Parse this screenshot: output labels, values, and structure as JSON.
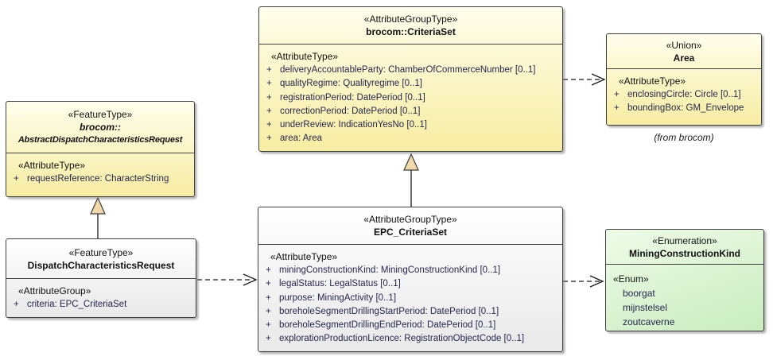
{
  "colors": {
    "yellow_top": "#fffeec",
    "yellow_bottom": "#f7eda2",
    "white_top": "#ffffff",
    "white_bottom": "#e9e9e9",
    "green_top": "#effbe8",
    "green_bottom": "#c9edbf",
    "border": "#3f3f3f",
    "triangle_fill": "#f0d8a8",
    "attr_text": "#26264f",
    "header_text": "#111111"
  },
  "classes": {
    "criteria_set": {
      "stereotype": "«AttributeGroupType»",
      "name": "brocom::CriteriaSet",
      "section_label": "«AttributeType»",
      "attributes": [
        {
          "prefix": "+",
          "text": "deliveryAccountableParty: ChamberOfCommerceNumber [0..1]"
        },
        {
          "prefix": "+",
          "text": "qualityRegime: Qualityregime [0..1]"
        },
        {
          "prefix": "+",
          "text": "registrationPeriod: DatePeriod [0..1]"
        },
        {
          "prefix": "+",
          "text": "correctionPeriod: DatePeriod [0..1]"
        },
        {
          "prefix": "+",
          "text": "underReview: IndicationYesNo [0..1]"
        },
        {
          "prefix": "+",
          "text": "area: Area"
        }
      ]
    },
    "area": {
      "stereotype": "«Union»",
      "name": "Area",
      "section_label": "«AttributeType»",
      "attributes": [
        {
          "prefix": "+",
          "text": "enclosingCircle: Circle [0..1]"
        },
        {
          "prefix": "+",
          "text": "boundingBox: GM_Envelope"
        }
      ],
      "note": "(from brocom)"
    },
    "abstract_request": {
      "stereotype": "«FeatureType»",
      "name_line1": "brocom::",
      "name_line2": "AbstractDispatchCharacteristicsRequest",
      "section_label": "«AttributeType»",
      "attributes": [
        {
          "prefix": "+",
          "text": "requestReference: CharacterString"
        }
      ]
    },
    "dispatch_request": {
      "stereotype": "«FeatureType»",
      "name": "DispatchCharacteristicsRequest",
      "section_label": "«AttributeGroup»",
      "attributes": [
        {
          "prefix": "+",
          "text": "criteria: EPC_CriteriaSet"
        }
      ]
    },
    "epc_criteria_set": {
      "stereotype": "«AttributeGroupType»",
      "name": "EPC_CriteriaSet",
      "section_label": "«AttributeType»",
      "attributes": [
        {
          "prefix": "+",
          "text": "miningConstructionKind: MiningConstructionKind [0..1]"
        },
        {
          "prefix": "+",
          "text": "legalStatus: LegalStatus [0..1]"
        },
        {
          "prefix": "+",
          "text": "purpose: MiningActivity [0..1]"
        },
        {
          "prefix": "+",
          "text": "boreholeSegmentDrillingStartPeriod: DatePeriod [0..1]"
        },
        {
          "prefix": "+",
          "text": "boreholeSegmentDrillingEndPeriod: DatePeriod [0..1]"
        },
        {
          "prefix": "+",
          "text": "explorationProductionLicence: RegistrationObjectCode [0..1]"
        }
      ]
    },
    "mining_construction_kind": {
      "stereotype": "«Enumeration»",
      "name": "MiningConstructionKind",
      "section_label": "«Enum»",
      "attributes": [
        {
          "prefix": "",
          "text": "boorgat"
        },
        {
          "prefix": "",
          "text": "mijnstelsel"
        },
        {
          "prefix": "",
          "text": "zoutcaverne"
        }
      ]
    }
  }
}
